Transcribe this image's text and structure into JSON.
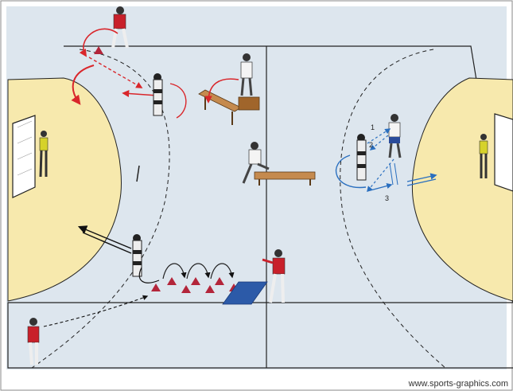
{
  "court": {
    "floor_color": "#dde6ee",
    "zone_color": "#f7e9ad",
    "line_color": "#222222"
  },
  "equipment": {
    "mat_color": "#2c5aa8",
    "cone_color": "#b3253a",
    "bench_color": "#a0652b",
    "dummy_color": "#eeeeee"
  },
  "arrows": {
    "red": "#d9262b",
    "blue": "#2a6fbf",
    "black": "#111111"
  },
  "players": {
    "red_team": "#c8202a",
    "white_team": "#f4f4f4",
    "goalkeeper": "#d6d22a"
  },
  "sequence_labels": [
    "1",
    "2",
    "3"
  ],
  "credit": "www.sports-graphics.com"
}
